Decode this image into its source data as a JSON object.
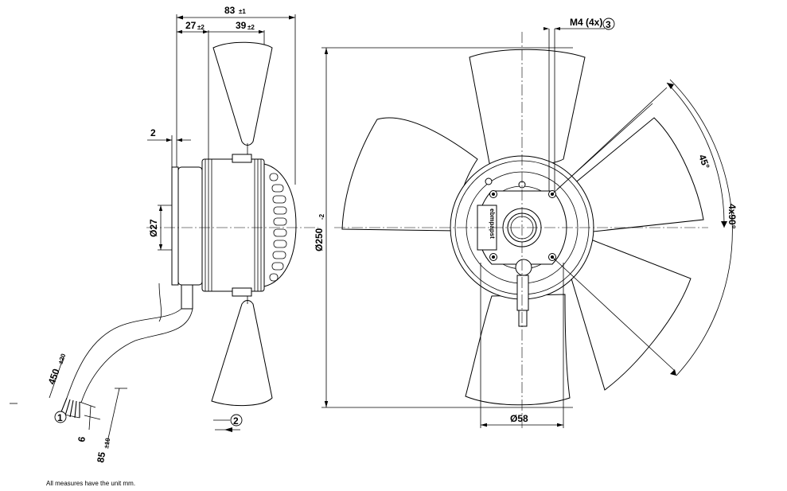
{
  "side_view": {
    "overall_length": "83",
    "overall_length_tol": "±1",
    "hub_offset": "27",
    "hub_offset_tol": "±2",
    "blade_depth": "39",
    "blade_depth_tol": "±2",
    "flange_thickness": "2",
    "shaft_diameter": "Ø27",
    "cable_length": "450",
    "cable_length_tol": "±20",
    "strip_length": "6",
    "lead_length": "85",
    "lead_length_tol": "±10",
    "callout_cable": "1",
    "callout_direction": "2"
  },
  "front_view": {
    "mount_thread": "M4 (4x)",
    "callout_mount": "3",
    "outer_diameter": "Ø250",
    "outer_diameter_tol": "-2",
    "hub_diameter": "Ø58",
    "hole_angle": "45°",
    "hole_pattern": "4x90°",
    "label_plate_text": "ebmpapst"
  },
  "footnote": "All measures have the unit mm."
}
